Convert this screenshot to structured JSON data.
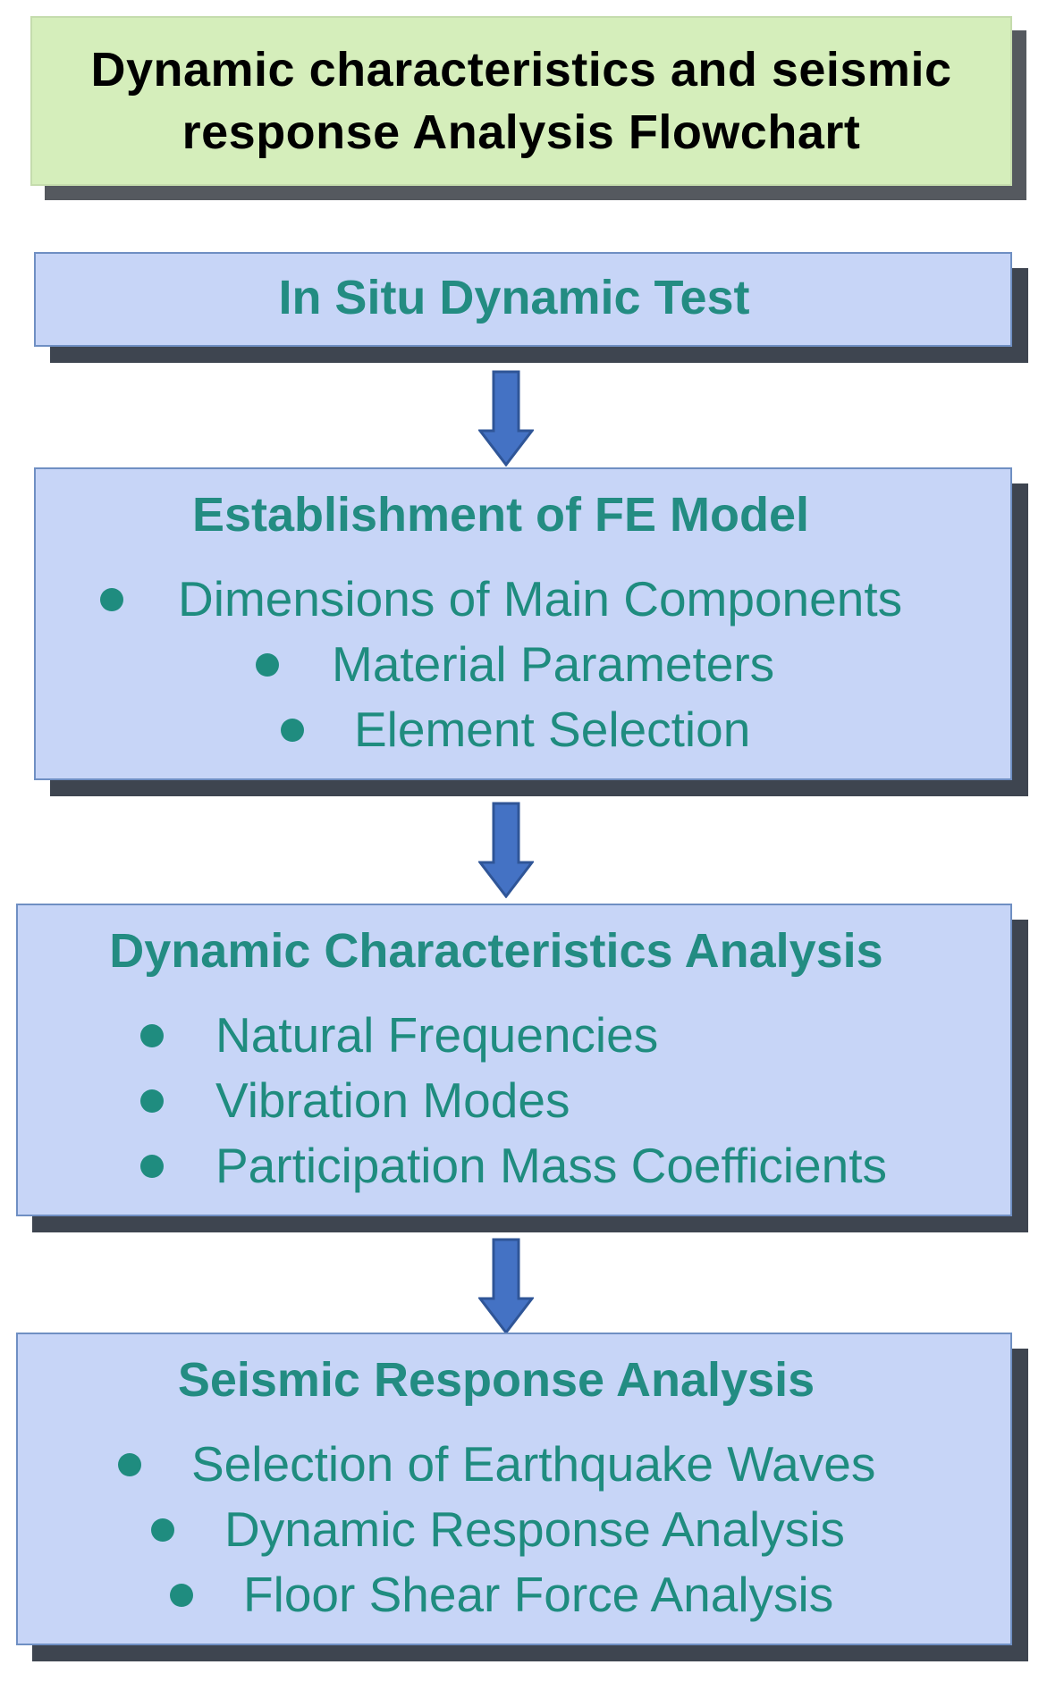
{
  "title": {
    "line1": "Dynamic characteristics and seismic",
    "line2": "response Analysis Flowchart"
  },
  "steps": [
    {
      "heading": "In Situ Dynamic Test",
      "items": []
    },
    {
      "heading": "Establishment of FE Model",
      "items": [
        "Dimensions of Main Components",
        "Material Parameters",
        "Element Selection"
      ]
    },
    {
      "heading": "Dynamic Characteristics Analysis",
      "items": [
        "Natural Frequencies",
        "Vibration Modes",
        "Participation Mass Coefficients"
      ]
    },
    {
      "heading": "Seismic Response Analysis",
      "items": [
        "Selection of Earthquake Waves",
        "Dynamic Response Analysis",
        "Floor Shear Force Analysis"
      ]
    }
  ],
  "colors": {
    "title_bg": "#d5eebb",
    "step_bg": "#c7d5f7",
    "heading_text": "#238c82",
    "arrow": "#4472c4",
    "shadow": "#3e4550"
  },
  "icons": {
    "arrow": "down-arrow-icon",
    "bullet": "bullet-icon"
  }
}
